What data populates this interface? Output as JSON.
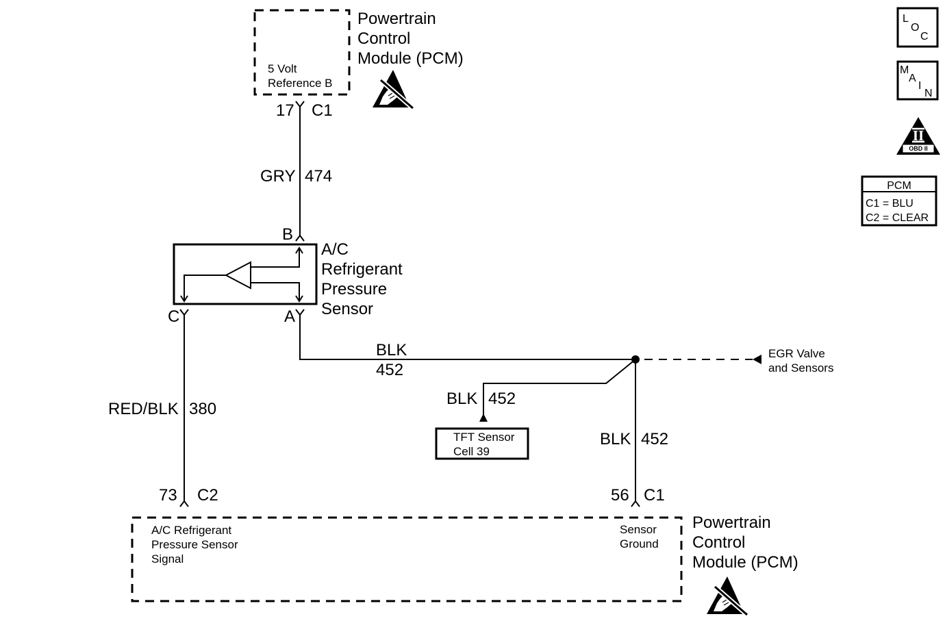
{
  "colors": {
    "line": "#000000",
    "background": "#ffffff"
  },
  "icons": {
    "esd": "esd-sensitive-icon",
    "obd": "obd-ii-icon",
    "loc": "loc-icon",
    "main": "main-icon"
  },
  "top_pcm": {
    "title_lines": [
      "Powertrain",
      "Control",
      "Module (PCM)"
    ],
    "pin": {
      "label_lines": [
        "5 Volt",
        "Reference B"
      ],
      "number": "17",
      "connector": "C1"
    }
  },
  "wire_5v_reference": {
    "color": "GRY",
    "circuit": "474"
  },
  "pressure_sensor": {
    "name_lines": [
      "A/C",
      "Refrigerant",
      "Pressure",
      "Sensor"
    ],
    "terminals": {
      "b": "B",
      "a": "A",
      "c": "C"
    }
  },
  "wire_signal": {
    "color": "RED/BLK",
    "circuit": "380"
  },
  "wire_ground_sensor": {
    "color": "BLK",
    "circuit": "452"
  },
  "wire_ground_tft": {
    "color": "BLK",
    "circuit": "452"
  },
  "wire_ground_pcm": {
    "color": "BLK",
    "circuit": "452"
  },
  "tft_sensor": {
    "lines": [
      "TFT Sensor",
      "Cell 39"
    ]
  },
  "egr_reference": {
    "lines": [
      "EGR Valve",
      "and Sensors"
    ]
  },
  "bottom_pcm": {
    "title_lines": [
      "Powertrain",
      "Control",
      "Module (PCM)"
    ],
    "signal_pin": {
      "label_lines": [
        "A/C Refrigerant",
        "Pressure Sensor",
        "Signal"
      ],
      "number": "73",
      "connector": "C2"
    },
    "ground_pin": {
      "label_lines": [
        "Sensor",
        "Ground"
      ],
      "number": "56",
      "connector": "C1"
    }
  },
  "legend": {
    "loc": [
      "L",
      "O",
      "C"
    ],
    "main": [
      "M",
      "A",
      "I",
      "N"
    ],
    "obd": {
      "numeral": "II",
      "label": "OBD II"
    },
    "pcm_connectors": {
      "header": "PCM",
      "rows": [
        "C1 = BLU",
        "C2 = CLEAR"
      ]
    }
  }
}
